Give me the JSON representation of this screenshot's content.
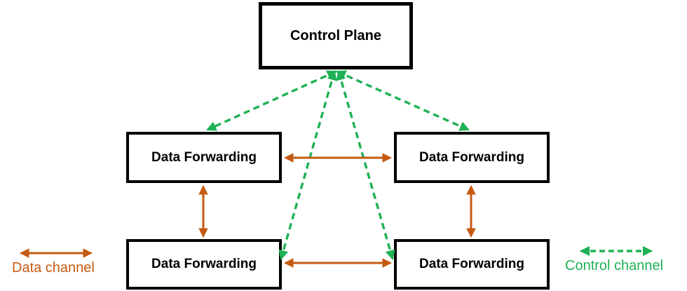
{
  "diagram": {
    "nodes": {
      "control_plane": {
        "label": "Control Plane"
      },
      "data_forwarding_top_left": {
        "label": "Data Forwarding"
      },
      "data_forwarding_top_right": {
        "label": "Data Forwarding"
      },
      "data_forwarding_bottom_left": {
        "label": "Data Forwarding"
      },
      "data_forwarding_bottom_right": {
        "label": "Data Forwarding"
      }
    },
    "edges": [
      {
        "from": "control_plane",
        "to": "data_forwarding_top_left",
        "type": "control_channel",
        "style": "dashed",
        "bidirectional": true
      },
      {
        "from": "control_plane",
        "to": "data_forwarding_top_right",
        "type": "control_channel",
        "style": "dashed",
        "bidirectional": true
      },
      {
        "from": "control_plane",
        "to": "data_forwarding_bottom_left",
        "type": "control_channel",
        "style": "dashed",
        "bidirectional": true
      },
      {
        "from": "control_plane",
        "to": "data_forwarding_bottom_right",
        "type": "control_channel",
        "style": "dashed",
        "bidirectional": true
      },
      {
        "from": "data_forwarding_top_left",
        "to": "data_forwarding_top_right",
        "type": "data_channel",
        "style": "solid",
        "bidirectional": true
      },
      {
        "from": "data_forwarding_top_left",
        "to": "data_forwarding_bottom_left",
        "type": "data_channel",
        "style": "solid",
        "bidirectional": true
      },
      {
        "from": "data_forwarding_top_right",
        "to": "data_forwarding_bottom_right",
        "type": "data_channel",
        "style": "solid",
        "bidirectional": true
      },
      {
        "from": "data_forwarding_bottom_left",
        "to": "data_forwarding_bottom_right",
        "type": "data_channel",
        "style": "solid",
        "bidirectional": true
      }
    ],
    "legend": {
      "data_channel": {
        "label": "Data channel",
        "color": "#C55A11",
        "line_style": "solid"
      },
      "control_channel": {
        "label": "Control channel",
        "color": "#1FB155",
        "line_style": "dashed"
      }
    },
    "colors": {
      "data_channel": "#C55A11",
      "control_channel": "#1FB155",
      "node_border": "#000000",
      "node_text": "#000000",
      "background": "#FFFFFF"
    }
  }
}
